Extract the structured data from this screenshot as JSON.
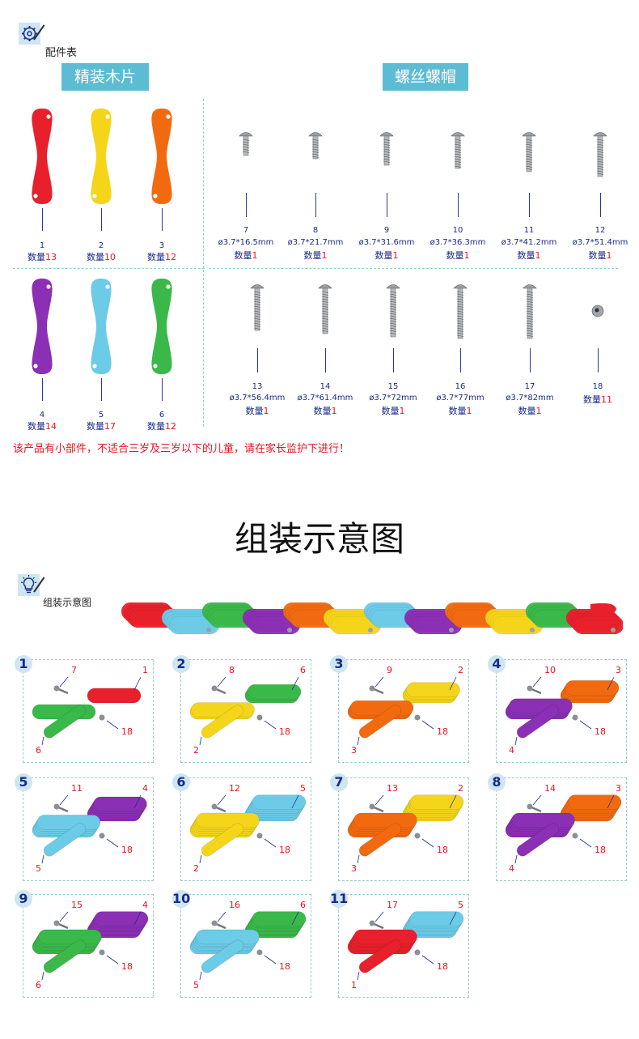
{
  "parts_header": "配件表",
  "wood_banner": "精装木片",
  "screw_banner": "螺丝螺帽",
  "qty_label": "数量",
  "wood_pieces": [
    {
      "num": "1",
      "qty": "13",
      "color": "#e8202b"
    },
    {
      "num": "2",
      "qty": "10",
      "color": "#f5d51a"
    },
    {
      "num": "3",
      "qty": "12",
      "color": "#f26a10"
    },
    {
      "num": "4",
      "qty": "14",
      "color": "#8b2fb4"
    },
    {
      "num": "5",
      "qty": "17",
      "color": "#6ccbe7"
    },
    {
      "num": "6",
      "qty": "12",
      "color": "#3ab84a"
    }
  ],
  "screws_row1": [
    {
      "num": "7",
      "dim": "ø3.7*16.5mm",
      "qty": "1"
    },
    {
      "num": "8",
      "dim": "ø3.7*21.7mm",
      "qty": "1"
    },
    {
      "num": "9",
      "dim": "ø3.7*31.6mm",
      "qty": "1"
    },
    {
      "num": "10",
      "dim": "ø3.7*36.3mm",
      "qty": "1"
    },
    {
      "num": "11",
      "dim": "ø3.7*41.2mm",
      "qty": "1"
    },
    {
      "num": "12",
      "dim": "ø3.7*51.4mm",
      "qty": "1"
    }
  ],
  "screws_row2": [
    {
      "num": "13",
      "dim": "ø3.7*56.4mm",
      "qty": "1"
    },
    {
      "num": "14",
      "dim": "ø3.7*61.4mm",
      "qty": "1"
    },
    {
      "num": "15",
      "dim": "ø3.7*72mm",
      "qty": "1"
    },
    {
      "num": "16",
      "dim": "ø3.7*77mm",
      "qty": "1"
    },
    {
      "num": "17",
      "dim": "ø3.7*82mm",
      "qty": "1"
    }
  ],
  "nut": {
    "num": "18",
    "qty": "11"
  },
  "warning": "该产品有小部件，不适合三岁及三岁以下的儿童，请在家长监护下进行！",
  "assembly_title": "组装示意图",
  "assembly_header": "组装示意图",
  "steps": [
    {
      "n": "1",
      "screw": "7",
      "newpiece": "1",
      "piece": "6",
      "nut": "18"
    },
    {
      "n": "2",
      "screw": "8",
      "newpiece": "6",
      "piece": "2",
      "nut": "18"
    },
    {
      "n": "3",
      "screw": "9",
      "newpiece": "2",
      "piece": "3",
      "nut": "18"
    },
    {
      "n": "4",
      "screw": "10",
      "newpiece": "3",
      "piece": "4",
      "nut": "18"
    },
    {
      "n": "5",
      "screw": "11",
      "newpiece": "4",
      "piece": "5",
      "nut": "18"
    },
    {
      "n": "6",
      "screw": "12",
      "newpiece": "5",
      "piece": "2",
      "nut": "18"
    },
    {
      "n": "7",
      "screw": "13",
      "newpiece": "2",
      "piece": "3",
      "nut": "18"
    },
    {
      "n": "8",
      "screw": "14",
      "newpiece": "3",
      "piece": "4",
      "nut": "18"
    },
    {
      "n": "9",
      "screw": "15",
      "newpiece": "4",
      "piece": "6",
      "nut": "18"
    },
    {
      "n": "10",
      "screw": "16",
      "newpiece": "6",
      "piece": "5",
      "nut": "18"
    },
    {
      "n": "11",
      "screw": "17",
      "newpiece": "5",
      "piece": "1",
      "nut": "18"
    }
  ]
}
